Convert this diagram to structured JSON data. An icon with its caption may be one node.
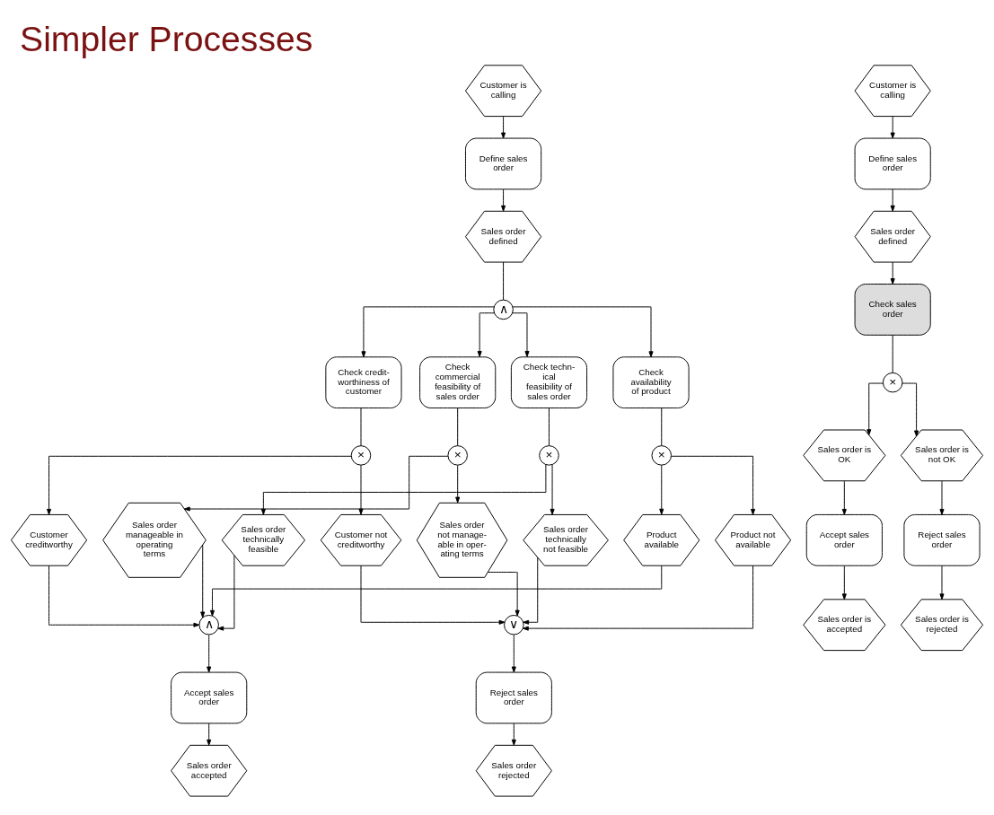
{
  "diagram": {
    "title": "Simpler Processes",
    "nodes": [
      {
        "text": [
          "Customer is calling"
        ]
      },
      {
        "text": [
          "Define sales order"
        ]
      },
      {
        "text": [
          "Sales order defined"
        ]
      },
      {
        "text": [
          "∧"
        ]
      },
      {
        "text": [
          "Check techn- ical feasibility of sales order"
        ]
      },
      {
        "text": [
          "Check commercial feasibility of sales order"
        ]
      },
      {
        "text": [
          "Check credit- worthiness of customer"
        ]
      },
      {
        "text": [
          "Check availability of product"
        ]
      },
      {
        "text": [
          "×"
        ]
      },
      {
        "text": [
          "×"
        ]
      },
      {
        "text": [
          "×"
        ]
      },
      {
        "text": [
          "×"
        ]
      },
      {
        "text": [
          "Sales order technically feasible"
        ]
      },
      {
        "text": [
          "Sales order technically not feasible"
        ]
      },
      {
        "text": [
          "Sales order manageable in operating terms"
        ]
      },
      {
        "text": [
          "Sales order not manage- able in oper- ating terms"
        ]
      },
      {
        "text": [
          "Customer creditworthy"
        ]
      },
      {
        "text": [
          "Customer not creditworthy"
        ]
      },
      {
        "text": [
          "Product available"
        ]
      },
      {
        "text": [
          "Product not available"
        ]
      },
      {
        "text": [
          "∧"
        ]
      },
      {
        "text": [
          "∨"
        ]
      },
      {
        "text": [
          "Accept sales order"
        ]
      },
      {
        "text": [
          "Sales order accepted"
        ]
      },
      {
        "text": [
          "Reject sales order"
        ]
      },
      {
        "text": [
          "Sales order rejected"
        ]
      },
      {
        "text": [
          "Customer is calling"
        ]
      },
      {
        "text": [
          "Define sales order"
        ]
      },
      {
        "text": [
          "Sales order defined"
        ]
      },
      {
        "text": [
          "Check sales order"
        ]
      },
      {
        "text": [
          "×"
        ]
      },
      {
        "text": [
          "Sales order is OK"
        ]
      },
      {
        "text": [
          "Sales order is not OK"
        ]
      },
      {
        "text": [
          "Accept sales order"
        ]
      },
      {
        "text": [
          "Reject sales order"
        ]
      },
      {
        "text": [
          "Sales order is accepted"
        ]
      },
      {
        "text": [
          "Sales order is rejected"
        ]
      }
    ],
    "edges": [
      {
        "from": 0,
        "to": 1,
        "arrow": "to"
      },
      {
        "from": 1,
        "to": 2,
        "arrow": "to"
      },
      {
        "from": 2,
        "to": 3,
        "arrow": "none"
      },
      {
        "from": 3,
        "to": 4,
        "arrow": "to"
      },
      {
        "from": 3,
        "to": 5,
        "arrow": "to"
      },
      {
        "from": 3,
        "to": 6,
        "arrow": "to"
      },
      {
        "from": 3,
        "to": 7,
        "arrow": "to"
      },
      {
        "from": 4,
        "to": 8,
        "arrow": "none"
      },
      {
        "from": 5,
        "to": 9,
        "arrow": "none"
      },
      {
        "from": 6,
        "to": 10,
        "arrow": "none"
      },
      {
        "from": 7,
        "to": 11,
        "arrow": "none"
      },
      {
        "from": 8,
        "to": 12,
        "arrow": "to"
      },
      {
        "from": 8,
        "to": 13,
        "arrow": "to"
      },
      {
        "from": 9,
        "to": 14,
        "arrow": "to"
      },
      {
        "from": 9,
        "to": 15,
        "arrow": "to"
      },
      {
        "from": 10,
        "to": 16,
        "arrow": "to"
      },
      {
        "from": 10,
        "to": 17,
        "arrow": "to"
      },
      {
        "from": 11,
        "to": 18,
        "arrow": "to"
      },
      {
        "from": 11,
        "to": 19,
        "arrow": "to"
      },
      {
        "from": 12,
        "to": 20,
        "arrow": "to"
      },
      {
        "from": 14,
        "to": 20,
        "arrow": "to"
      },
      {
        "from": 16,
        "to": 20,
        "arrow": "to"
      },
      {
        "from": 18,
        "to": 20,
        "arrow": "to"
      },
      {
        "from": 13,
        "to": 21,
        "arrow": "to"
      },
      {
        "from": 15,
        "to": 21,
        "arrow": "to"
      },
      {
        "from": 17,
        "to": 21,
        "arrow": "to"
      },
      {
        "from": 19,
        "to": 21,
        "arrow": "to"
      },
      {
        "from": 20,
        "to": 22,
        "arrow": "to"
      },
      {
        "from": 22,
        "to": 23,
        "arrow": "to"
      },
      {
        "from": 21,
        "to": 24,
        "arrow": "to"
      },
      {
        "from": 24,
        "to": 25,
        "arrow": "to"
      },
      {
        "from": 26,
        "to": 27,
        "arrow": "to"
      },
      {
        "from": 27,
        "to": 28,
        "arrow": "to"
      },
      {
        "from": 28,
        "to": 29,
        "arrow": "to"
      },
      {
        "from": 29,
        "to": 30,
        "arrow": "none"
      },
      {
        "from": 30,
        "to": 31,
        "arrow": "to"
      },
      {
        "from": 30,
        "to": 32,
        "arrow": "to"
      },
      {
        "from": 31,
        "to": 33,
        "arrow": "to"
      },
      {
        "from": 32,
        "to": 34,
        "arrow": "to"
      },
      {
        "from": 33,
        "to": 35,
        "arrow": "to"
      },
      {
        "from": 34,
        "to": 36,
        "arrow": "to"
      }
    ]
  }
}
